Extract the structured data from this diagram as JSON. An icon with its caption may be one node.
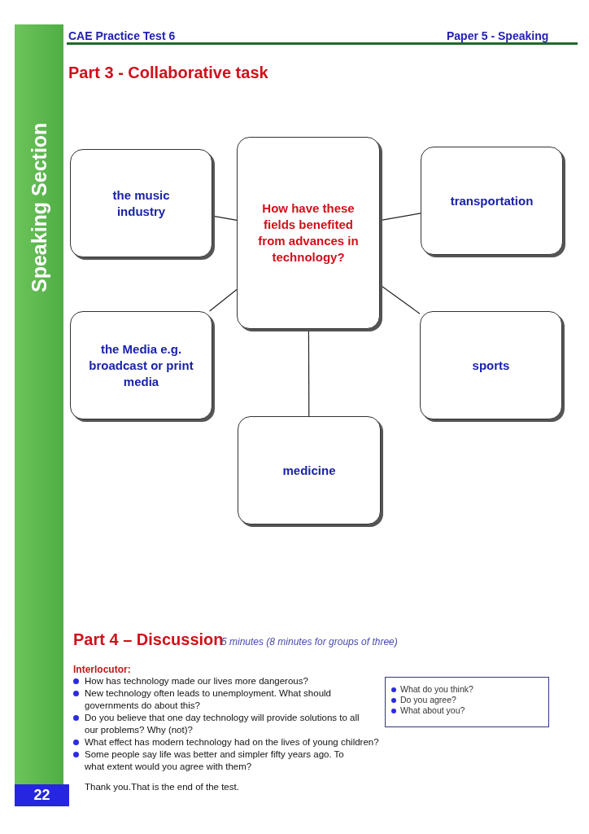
{
  "diagram": {
    "nodes": [
      {
        "text": [
          "How have these fields benefited from advances in technology?"
        ]
      },
      {
        "text": [
          "the music industry"
        ]
      },
      {
        "text": [
          "transportation"
        ]
      },
      {
        "text": [
          "the Media e.g. broadcast or print media"
        ]
      },
      {
        "text": [
          "sports"
        ]
      },
      {
        "text": [
          "medicine"
        ]
      },
      {
        "text": [
          "What do you think?",
          "Do you agree?",
          "What about you?"
        ]
      }
    ],
    "edges": [
      {
        "from": 1,
        "to": 0,
        "arrow": "none"
      },
      {
        "from": 0,
        "to": 2,
        "arrow": "none"
      },
      {
        "from": 0,
        "to": 3,
        "arrow": "none"
      },
      {
        "from": 0,
        "to": 4,
        "arrow": "none"
      },
      {
        "from": 0,
        "to": 5,
        "arrow": "none"
      }
    ],
    "labels": [
      "CAE Practice Test 6",
      "Paper 5 - Speaking",
      "Speaking Section",
      "Part 3 - Collaborative task",
      "Part 4 – Discussion",
      "5 minutes (8 minutes for groups of three)",
      "Interlocutor:",
      "How has technology made our lives more dangerous?",
      "New technology often leads to unemployment. What should governments do about this?",
      "Do you believe that one day technology will provide solutions to all our problems? Why (not)?",
      "What effect has modern technology had on the lives of young children?",
      "Some people say life was better and simpler fifty years ago. To what extent would you agree with them?",
      "Thank you.That is the end of the test.",
      "22"
    ]
  }
}
